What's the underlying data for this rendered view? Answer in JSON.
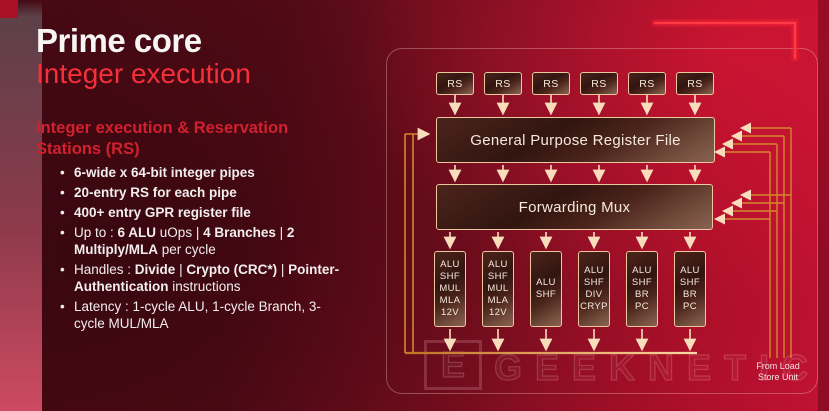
{
  "slide": {
    "title": "Prime core",
    "subtitle": "Integer execution",
    "section_heading": "Integer execution & Reservation\nStations (RS)",
    "bullet_char": "•",
    "bullets": [
      {
        "segments": [
          {
            "t": "6-wide x 64-bit integer pipes",
            "b": true
          }
        ]
      },
      {
        "segments": [
          {
            "t": "20-entry RS for each pipe",
            "b": true
          }
        ]
      },
      {
        "segments": [
          {
            "t": "400+ entry GPR register file",
            "b": true
          }
        ]
      },
      {
        "segments": [
          {
            "t": "Up to : ",
            "b": false
          },
          {
            "t": "6 ALU",
            "b": true
          },
          {
            "t": " uOps | ",
            "b": false
          },
          {
            "t": "4 Branches",
            "b": true
          },
          {
            "t": " | ",
            "b": false
          },
          {
            "t": "2\nMultiply/MLA",
            "b": true
          },
          {
            "t": " per cycle",
            "b": false
          }
        ]
      },
      {
        "segments": [
          {
            "t": "Handles : ",
            "b": false
          },
          {
            "t": "Divide",
            "b": true
          },
          {
            "t": " | ",
            "b": false
          },
          {
            "t": "Crypto (CRC*)",
            "b": true
          },
          {
            "t": " | ",
            "b": false
          },
          {
            "t": "Pointer-\nAuthentication",
            "b": true
          },
          {
            "t": " instructions",
            "b": false
          }
        ]
      },
      {
        "segments": [
          {
            "t": "Latency : 1-cycle ALU, 1-cycle Branch, 3-\ncycle MUL/MLA",
            "b": false
          }
        ]
      }
    ]
  },
  "diagram": {
    "rs_units": [
      "RS",
      "RS",
      "RS",
      "RS",
      "RS",
      "RS"
    ],
    "gprf_label": "General Purpose Register File",
    "mux_label": "Forwarding Mux",
    "exec_units": [
      "ALU\nSHF\nMUL\nMLA\n12V",
      "ALU\nSHF\nMUL\nMLA\n12V",
      "ALU\nSHF",
      "ALU\nSHF\nDIV\nCRYP",
      "ALU\nSHF\nBR\nPC",
      "ALU\nSHF\nBR\nPC"
    ],
    "from_lsu_label": "From Load\nStore Unit"
  },
  "watermark": {
    "logo_letter": "E",
    "text": "GEEKNETIC"
  },
  "colors": {
    "title_white": "#f7f4f4",
    "subtitle_red": "#f4303a",
    "heading_red": "#d2202e",
    "box_border": "#edc79f",
    "arrow_cream": "#f8ddbc",
    "bus_orange": "#d4872e",
    "neon_red": "#ff2233"
  }
}
